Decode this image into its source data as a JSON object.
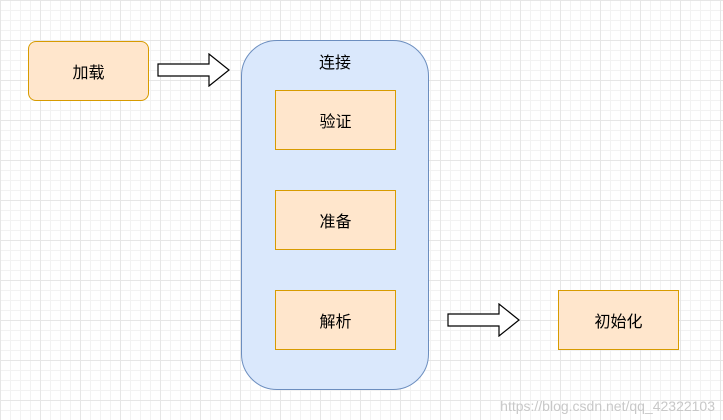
{
  "colors": {
    "node_fill": "#ffe6cc",
    "node_stroke": "#d79b00",
    "container_fill": "#dae8fc",
    "container_stroke": "#6c8ebf",
    "arrow_fill": "#ffffff",
    "arrow_stroke": "#000000"
  },
  "nodes": {
    "load": "加载",
    "link": {
      "title": "连接",
      "steps": [
        "验证",
        "准备",
        "解析"
      ]
    },
    "init": "初始化"
  },
  "watermark": "https://blog.csdn.net/qq_42322103"
}
